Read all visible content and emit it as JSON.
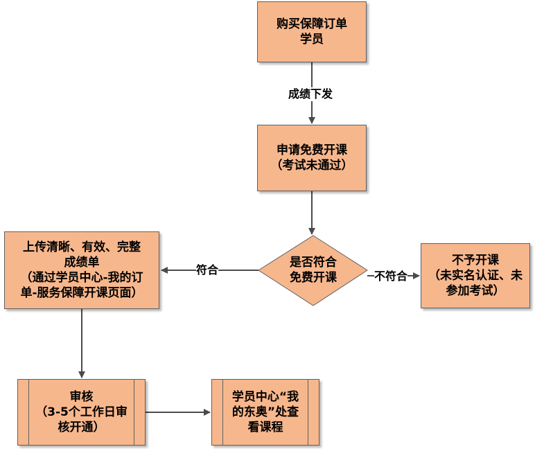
{
  "nodes": {
    "order_students": "购买保障订单\n学员",
    "apply_free_course": "申请免费开课\n（考试未通过）",
    "decision": "是否符合\n免费开课",
    "upload_scores": "上传清晰、有效、完整\n成绩单\n（通过学员中心-我的订\n单-服务保障开课页面）",
    "not_granted": "不予开课\n（未实名认证、未\n参加考试）",
    "review": "审核\n（3-5个工作日审\n核开通）",
    "view_course": "学员中心“我\n的东奥”处查\n看课程"
  },
  "edges": {
    "score_issued": "成绩下发",
    "eligible": "符合",
    "not_eligible": "不符合"
  },
  "colors": {
    "node_fill": "#f7b78d",
    "node_border": "#5f5f5f",
    "arrow": "#4a4a4a"
  }
}
